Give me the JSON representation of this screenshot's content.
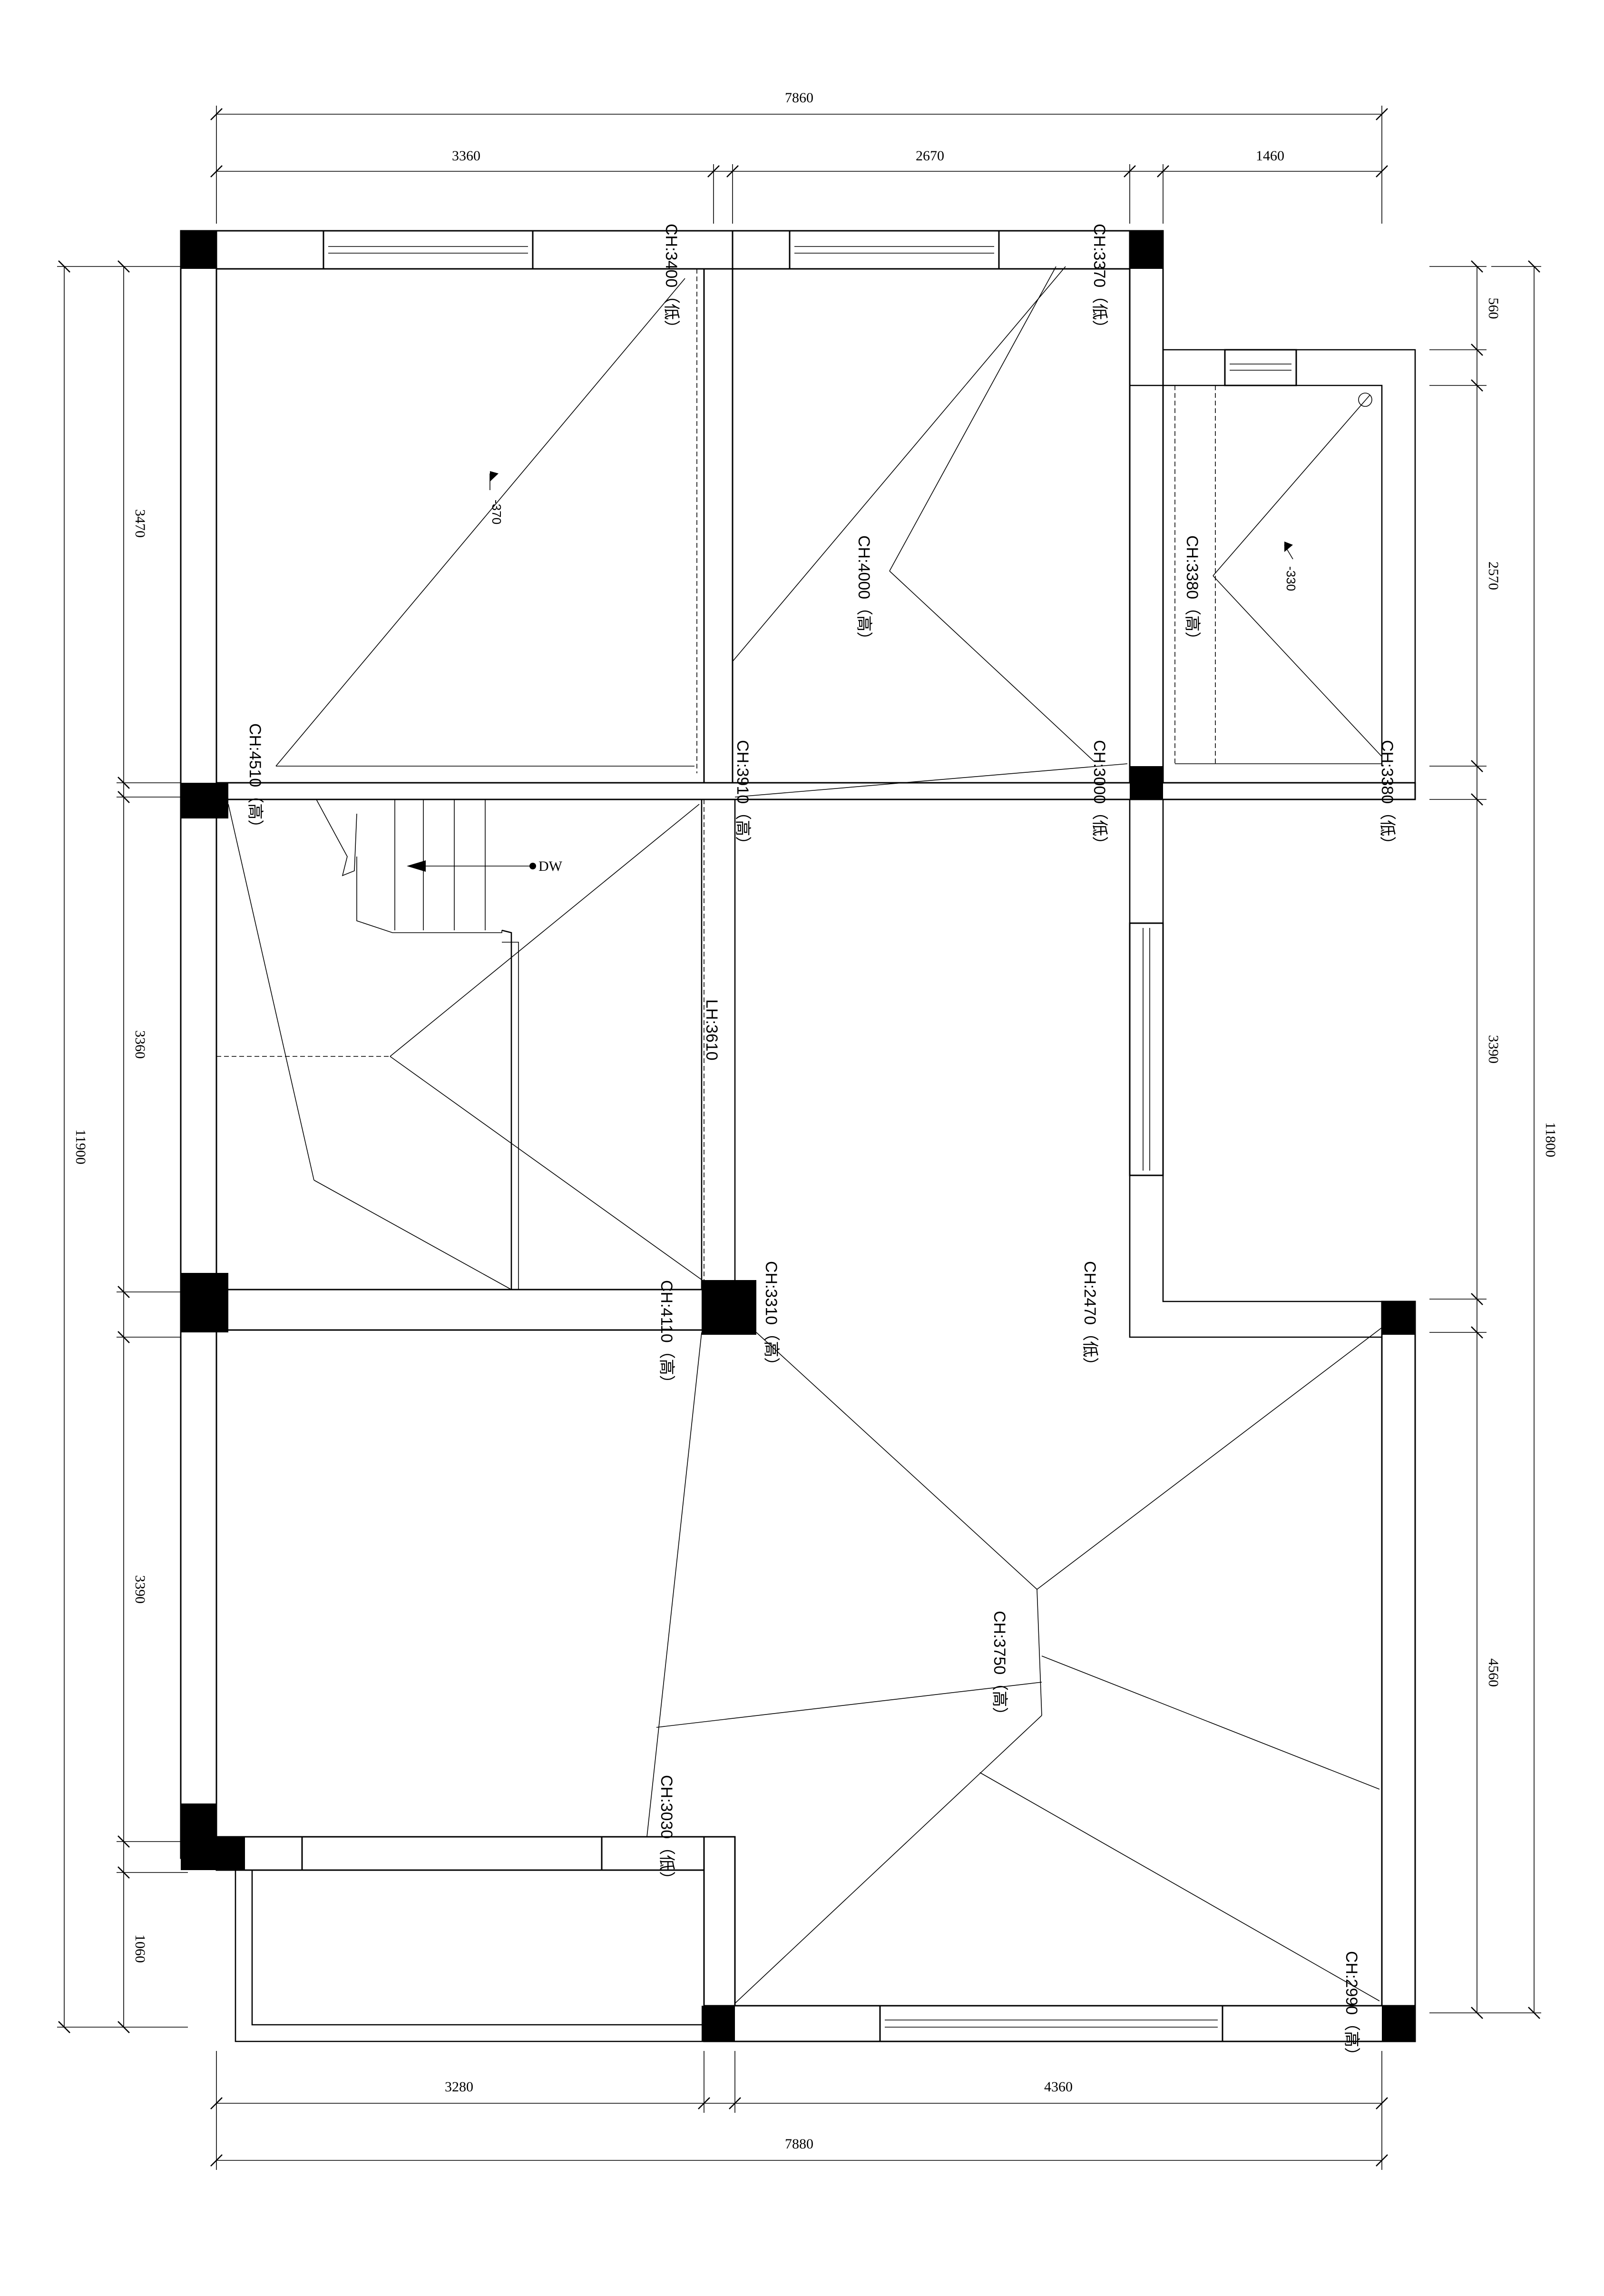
{
  "dimensions": {
    "top_total": "7860",
    "top_seg1": "3360",
    "top_seg2": "2670",
    "top_seg3": "1460",
    "bottom_total": "7880",
    "bottom_seg1": "3280",
    "bottom_seg2": "4360",
    "left_total": "11900",
    "left_seg1": "3470",
    "left_seg2": "3360",
    "left_seg3": "3390",
    "left_seg4": "1060",
    "right_total": "11800",
    "right_seg1": "560",
    "right_seg2": "2570",
    "right_seg3": "3390",
    "right_seg4": "4560"
  },
  "annotations": {
    "ch_3400": "CH:3400（低）",
    "ch_3370": "CH:3370（低）",
    "ch_4000": "CH:4000（高）",
    "ch_3380_high": "CH:3380（高）",
    "ch_4510": "CH:4510（高）",
    "ch_3910": "CH:3910（高）",
    "ch_3000": "CH:3000（低）",
    "ch_3380_low": "CH:3380（低）",
    "lh_3610": "LH:3610",
    "ch_4110": "CH:4110（高）",
    "ch_3310": "CH:3310（高）",
    "ch_2470": "CH:2470（低）",
    "ch_3750": "CH:3750（高）",
    "ch_3030": "CH:3030（低）",
    "ch_2990": "CH:2990（高）",
    "level_370": "-370",
    "level_330": "-330",
    "stair_dw": "DW"
  }
}
